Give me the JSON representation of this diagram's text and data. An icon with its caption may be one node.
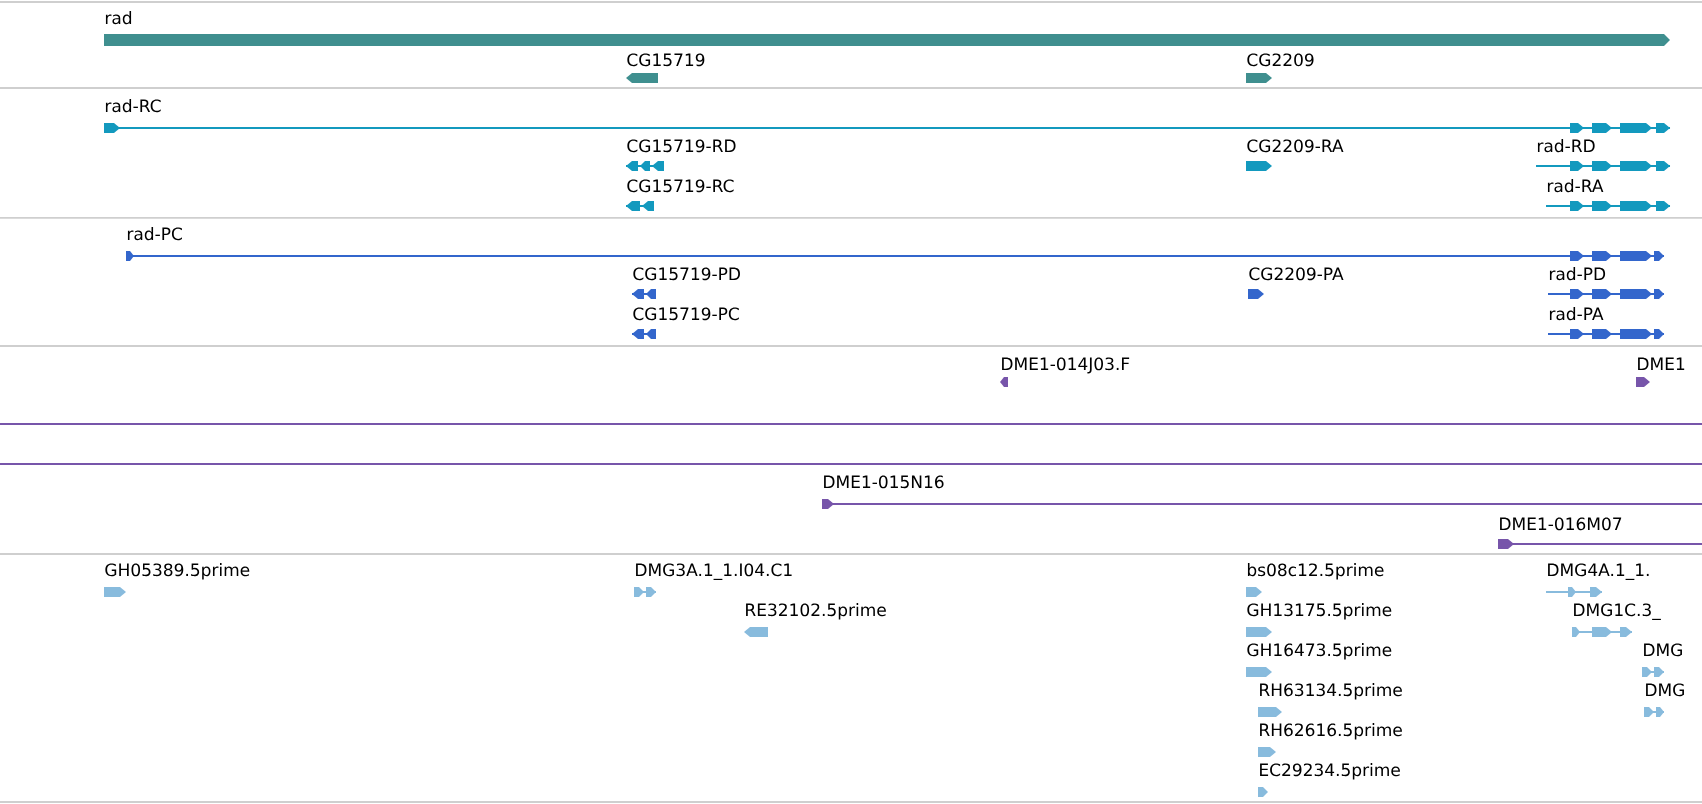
{
  "diagram": {
    "nodes": [
      {
        "text": [
          "rad"
        ]
      },
      {
        "text": [
          "CG15719"
        ]
      },
      {
        "text": [
          "CG2209"
        ]
      },
      {
        "text": [
          "rad-RC"
        ]
      },
      {
        "text": [
          "CG15719-RD"
        ]
      },
      {
        "text": [
          "CG15719-RC"
        ]
      },
      {
        "text": [
          "CG2209-RA"
        ]
      },
      {
        "text": [
          "rad-RD"
        ]
      },
      {
        "text": [
          "rad-RA"
        ]
      },
      {
        "text": [
          "rad-PC"
        ]
      },
      {
        "text": [
          "CG15719-PD"
        ]
      },
      {
        "text": [
          "CG15719-PC"
        ]
      },
      {
        "text": [
          "CG2209-PA"
        ]
      },
      {
        "text": [
          "rad-PD"
        ]
      },
      {
        "text": [
          "rad-PA"
        ]
      },
      {
        "text": [
          "DME1-014J03.F"
        ]
      },
      {
        "text": [
          "DME1"
        ]
      },
      {
        "text": [
          "DME1-015N16"
        ]
      },
      {
        "text": [
          "DME1-016M07"
        ]
      },
      {
        "text": [
          "GH05389.5prime"
        ]
      },
      {
        "text": [
          "DMG3A.1_1.I04.C1"
        ]
      },
      {
        "text": [
          "RE32102.5prime"
        ]
      },
      {
        "text": [
          "bs08c12.5prime"
        ]
      },
      {
        "text": [
          "GH13175.5prime"
        ]
      },
      {
        "text": [
          "GH16473.5prime"
        ]
      },
      {
        "text": [
          "RH63134.5prime"
        ]
      },
      {
        "text": [
          "RH62616.5prime"
        ]
      },
      {
        "text": [
          "EC29234.5prime"
        ]
      },
      {
        "text": [
          "DMG4A.1_1."
        ]
      },
      {
        "text": [
          "DMG1C.3_"
        ]
      },
      {
        "text": [
          "DMG"
        ]
      },
      {
        "text": [
          "DMG"
        ]
      }
    ]
  }
}
